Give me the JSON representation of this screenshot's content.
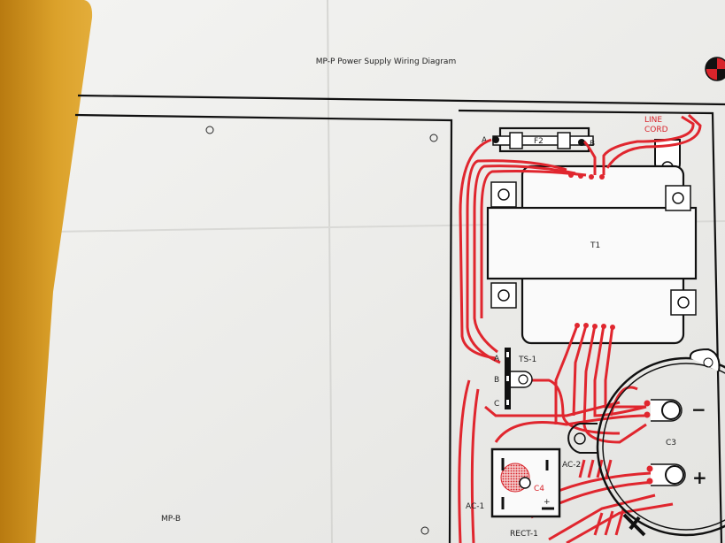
{
  "diagram": {
    "title": "MP-P Power Supply Wiring Diagram",
    "board_label": "MP-B",
    "fuse": {
      "label": "F2",
      "terminal_a": "A",
      "terminal_b": "B"
    },
    "line_cord": {
      "line1": "LINE",
      "line2": "CORD"
    },
    "transformer": "T1",
    "terminal_strip": {
      "label": "TS-1",
      "a": "A",
      "b": "B",
      "c": "C"
    },
    "capacitor_c3": {
      "label": "C3",
      "minus": "−",
      "plus": "+"
    },
    "rectifier": {
      "label": "RECT-1",
      "ac1": "AC-1",
      "ac2": "AC-2",
      "plus": "+",
      "c4": "C4"
    }
  },
  "colors": {
    "wire": "#e0262e",
    "folder": "#d89a1e",
    "paper": "#f2f2f0",
    "ink": "#111111"
  }
}
